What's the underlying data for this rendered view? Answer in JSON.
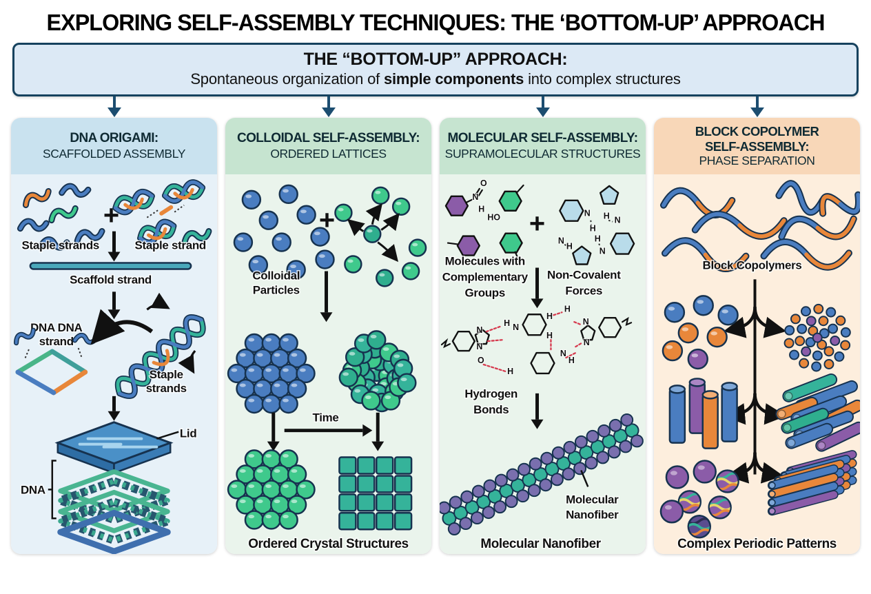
{
  "theme": {
    "navy": "#1c4d70",
    "box-bg": "#dce9f5",
    "box-border": "#16425e",
    "col1-head": "#c9e2ef",
    "col1-body": "#e7f1f8",
    "col2-head": "#c6e4d0",
    "col2-body": "#eaf4ec",
    "col4-head": "#f8d7b8",
    "col4-body": "#fdeedd",
    "blue": "#4a7dc0",
    "green": "#3fc98c",
    "teal": "#35b39a",
    "teal2": "#2fae8e",
    "orange": "#e8873a",
    "purple": "#8b5ca8",
    "fiber-purple": "#7a6fae",
    "light-ring": "#b9dcea",
    "hbond-red": "#d63b4f",
    "scaffold": "#4aa9bb",
    "lid-blue": "#4a90c7"
  },
  "header": {
    "title": "EXPLORING SELF-ASSEMBLY TECHNIQUES: THE ‘BOTTOM-UP’ APPROACH"
  },
  "approach_box": {
    "heading": "THE “BOTTOM-UP” APPROACH:",
    "body_prefix": "Spontaneous organization of ",
    "body_bold": "simple components",
    "body_suffix": " into complex structures"
  },
  "columns": {
    "dna_origami": {
      "title_line1": "DNA ORIGAMI:",
      "title_line2": "SCAFFOLDED ASSEMBLY",
      "plus": "+",
      "staple_strands": "Staple strands",
      "staple_strand": "Staple strand",
      "scaffold_strand": "Scaffold strand",
      "dna_strand_line1": "DNA DNA",
      "dna_strand_line2": "strand",
      "staple_strands2_line1": "Staple",
      "staple_strands2_line2": "strands",
      "lid": "Lid",
      "dna": "DNA"
    },
    "colloidal": {
      "title_line1": "COLLOIDAL SELF-ASSEMBLY:",
      "title_line2": "ORDERED LATTICES",
      "plus": "+",
      "particles_line1": "Colloidal",
      "particles_line2": "Particles",
      "time": "Time",
      "caption": "Ordered Crystal Structures"
    },
    "molecular": {
      "title_line1": "MOLECULAR SELF-ASSEMBLY:",
      "title_line2": "SUPRAMOLECULAR STRUCTURES",
      "plus": "+",
      "molecules_line1": "Molecules with",
      "molecules_line2": "Complementary",
      "molecules_line3": "Groups",
      "forces_line1": "Non-Covalent",
      "forces_line2": "Forces",
      "hbonds_line1": "Hydrogen",
      "hbonds_line2": "Bonds",
      "callout_line1": "Molecular",
      "callout_line2": "Nanofiber",
      "caption": "Molecular Nanofiber",
      "atom_n": "N",
      "atom_o": "O",
      "atom_h": "H",
      "atom_ho": "HO"
    },
    "block_copolymer": {
      "title_line1": "BLOCK COPOLYMER",
      "title_line2": "SELF-ASSEMBLY:",
      "title_line3": "PHASE SEPARATION",
      "copolymers": "Block Copolymers",
      "caption": "Complex Periodic Patterns"
    }
  }
}
